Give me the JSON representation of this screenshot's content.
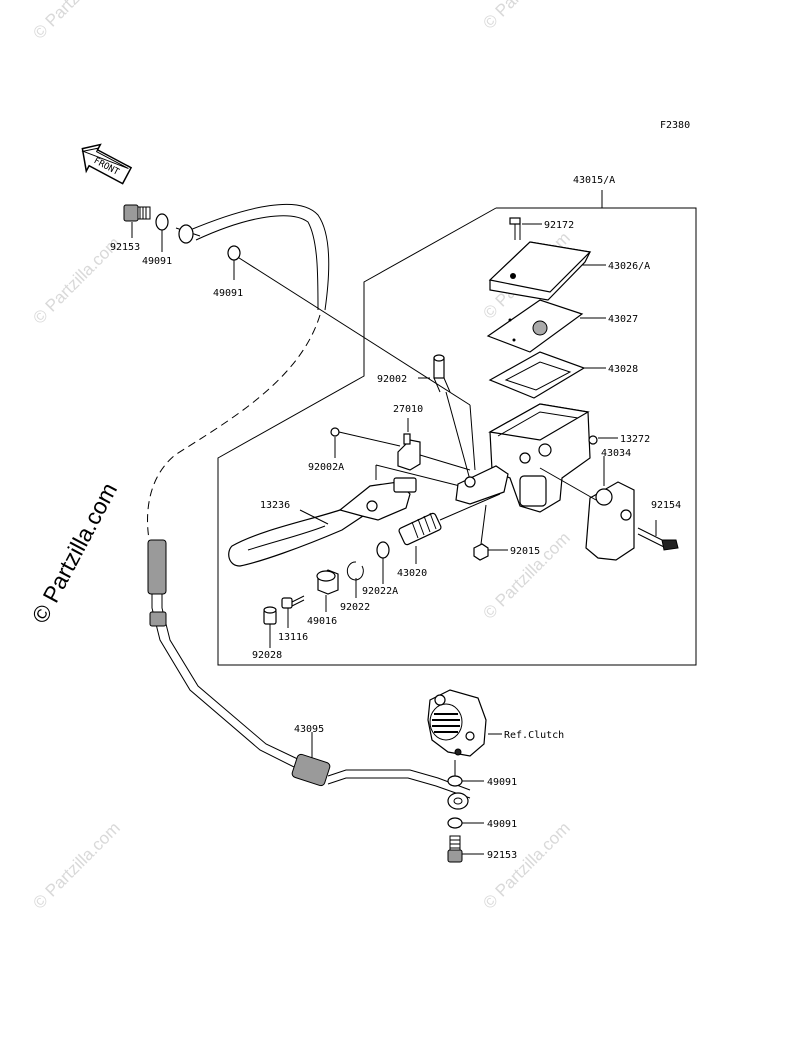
{
  "figure_code": "F2380",
  "front_badge": "FRONT",
  "watermark": "© Partzilla.com",
  "parts": {
    "p43015A": "43015/A",
    "p92172": "92172",
    "p43026A": "43026/A",
    "p43027": "43027",
    "p43028": "43028",
    "p92002": "92002",
    "p27010": "27010",
    "p13272": "13272",
    "p92002A": "92002A",
    "p43034": "43034",
    "p13236": "13236",
    "p92154": "92154",
    "p92015": "92015",
    "p43020": "43020",
    "p92022A": "92022A",
    "p92022": "92022",
    "p49016": "49016",
    "p13116": "13116",
    "p92028": "92028",
    "p92153_top": "92153",
    "p49091_a": "49091",
    "p49091_b": "49091",
    "p43095": "43095",
    "ref_clutch": "Ref.Clutch",
    "p49091_c": "49091",
    "p49091_d": "49091",
    "p92153_bot": "92153"
  },
  "colors": {
    "ink": "#000000",
    "watermark": "#d9d9d9",
    "shade": "#9a9a9a"
  }
}
